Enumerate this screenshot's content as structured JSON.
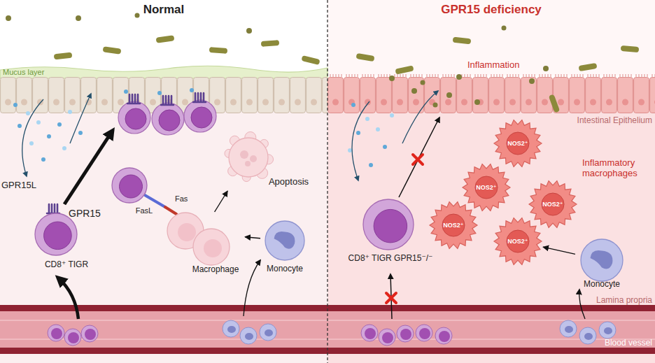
{
  "diagram": {
    "nodes": [
      {
        "text": [
          "Normal"
        ]
      },
      {
        "text": [
          "GPR15 deficiency"
        ]
      },
      {
        "text": [
          "CD8⁺ TIGR"
        ],
        "in": 0
      },
      {
        "text": [
          "FasL"
        ],
        "in": 0
      },
      {
        "text": [
          "Macrophage"
        ],
        "in": 0
      },
      {
        "text": [
          "Apoptosis"
        ],
        "in": 0
      },
      {
        "text": [
          "Monocyte"
        ],
        "in": 0
      },
      {
        "text": [
          "CD8⁺ TIGR GPR15⁻/⁻"
        ],
        "in": 1
      },
      {
        "text": [
          "NOS2⁺"
        ],
        "in": 1
      },
      {
        "text": [
          "NOS2⁺"
        ],
        "in": 1
      },
      {
        "text": [
          "NOS2⁺"
        ],
        "in": 1
      },
      {
        "text": [
          "NOS2⁺"
        ],
        "in": 1
      },
      {
        "text": [
          "NOS2⁺"
        ],
        "in": 1
      },
      {
        "text": [
          "Monocyte"
        ],
        "in": 1
      }
    ],
    "edges": [
      {
        "from": 6,
        "to": 4,
        "arrow": "to"
      },
      {
        "from": 4,
        "to": 5,
        "arrow": "to"
      },
      {
        "from": 13,
        "to": 12,
        "arrow": "to"
      }
    ],
    "labels": [
      "Mucus layer",
      "GPR15L",
      "GPR15",
      "Fas",
      "Inflammation",
      "Intestinal Epithelium",
      "Inflammatory macrophages",
      "Lamina propria",
      "Blood vessel"
    ]
  }
}
